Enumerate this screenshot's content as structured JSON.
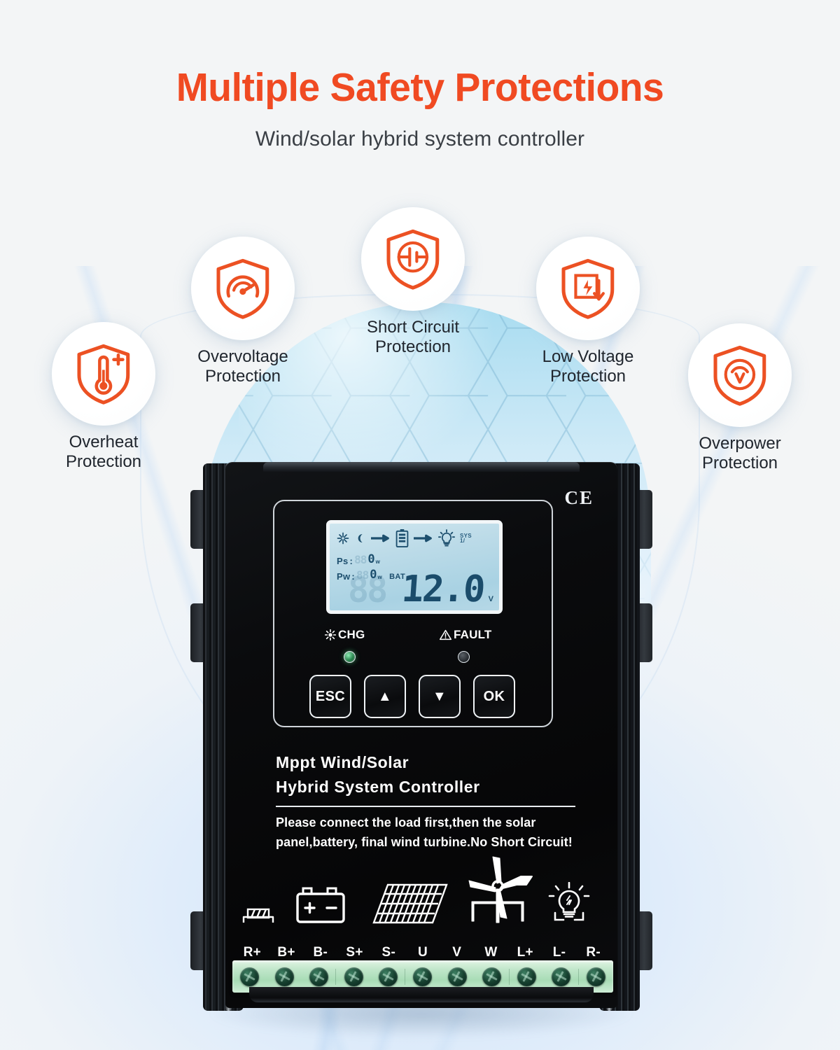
{
  "header": {
    "title": "Multiple Safety Protections",
    "subtitle": "Wind/solar hybrid system controller"
  },
  "colors": {
    "accent_orange": "#f04a22",
    "text_dark": "#20262e",
    "dome_blue": "#b9e2f3",
    "terminal_green": "#a8dcb6",
    "lcd_blue": "#b6d8e6"
  },
  "badges": [
    {
      "icon": "shield-thermometer-icon",
      "label": "Overheat\nProtection"
    },
    {
      "icon": "shield-gauge-icon",
      "label": "Overvoltage\nProtection"
    },
    {
      "icon": "shield-short-circuit-icon",
      "label": "Short Circuit\nProtection"
    },
    {
      "icon": "shield-low-voltage-icon",
      "label": "Low Voltage\nProtection"
    },
    {
      "icon": "shield-voltmeter-icon",
      "label": "Overpower\nProtection"
    }
  ],
  "device": {
    "certification_mark": "CE",
    "lcd": {
      "status_icons": [
        "sun-icon",
        "moon-icon",
        "arrow-right-icon",
        "battery-icon",
        "arrow-right-icon",
        "bulb-icon"
      ],
      "sys_label": "SYS",
      "sys_value": "1/",
      "rows": [
        {
          "label": "Ps",
          "ghost": "88",
          "value": "0",
          "unit": "w",
          "extra": ""
        },
        {
          "label": "Pw",
          "ghost": "88",
          "value": "0",
          "unit": "w",
          "extra": "BAT"
        }
      ],
      "main_ghost": "88",
      "main_value": "12.0",
      "main_unit": "V"
    },
    "indicators": [
      {
        "icon": "sun-icon",
        "label": "CHG",
        "led": "green"
      },
      {
        "icon": "warning-triangle-icon",
        "label": "FAULT",
        "led": "dark"
      }
    ],
    "buttons": [
      "ESC",
      "▲",
      "▼",
      "OK"
    ],
    "product_name_line1": "Mppt Wind/Solar",
    "product_name_line2": "Hybrid System Controller",
    "warning_line1": "Please connect the load first,then the solar",
    "warning_line2": "panel,battery, final wind turbine.No Short Circuit!",
    "connector_glyphs": [
      "resistor-icon",
      "battery-icon",
      "solar-panel-icon",
      "wind-turbine-icon",
      "bulb-icon",
      "resistor-icon"
    ],
    "terminals": [
      "R+",
      "B+",
      "B-",
      "S+",
      "S-",
      "U",
      "V",
      "W",
      "L+",
      "L-",
      "R-"
    ],
    "terminal_screw_count": 11
  }
}
